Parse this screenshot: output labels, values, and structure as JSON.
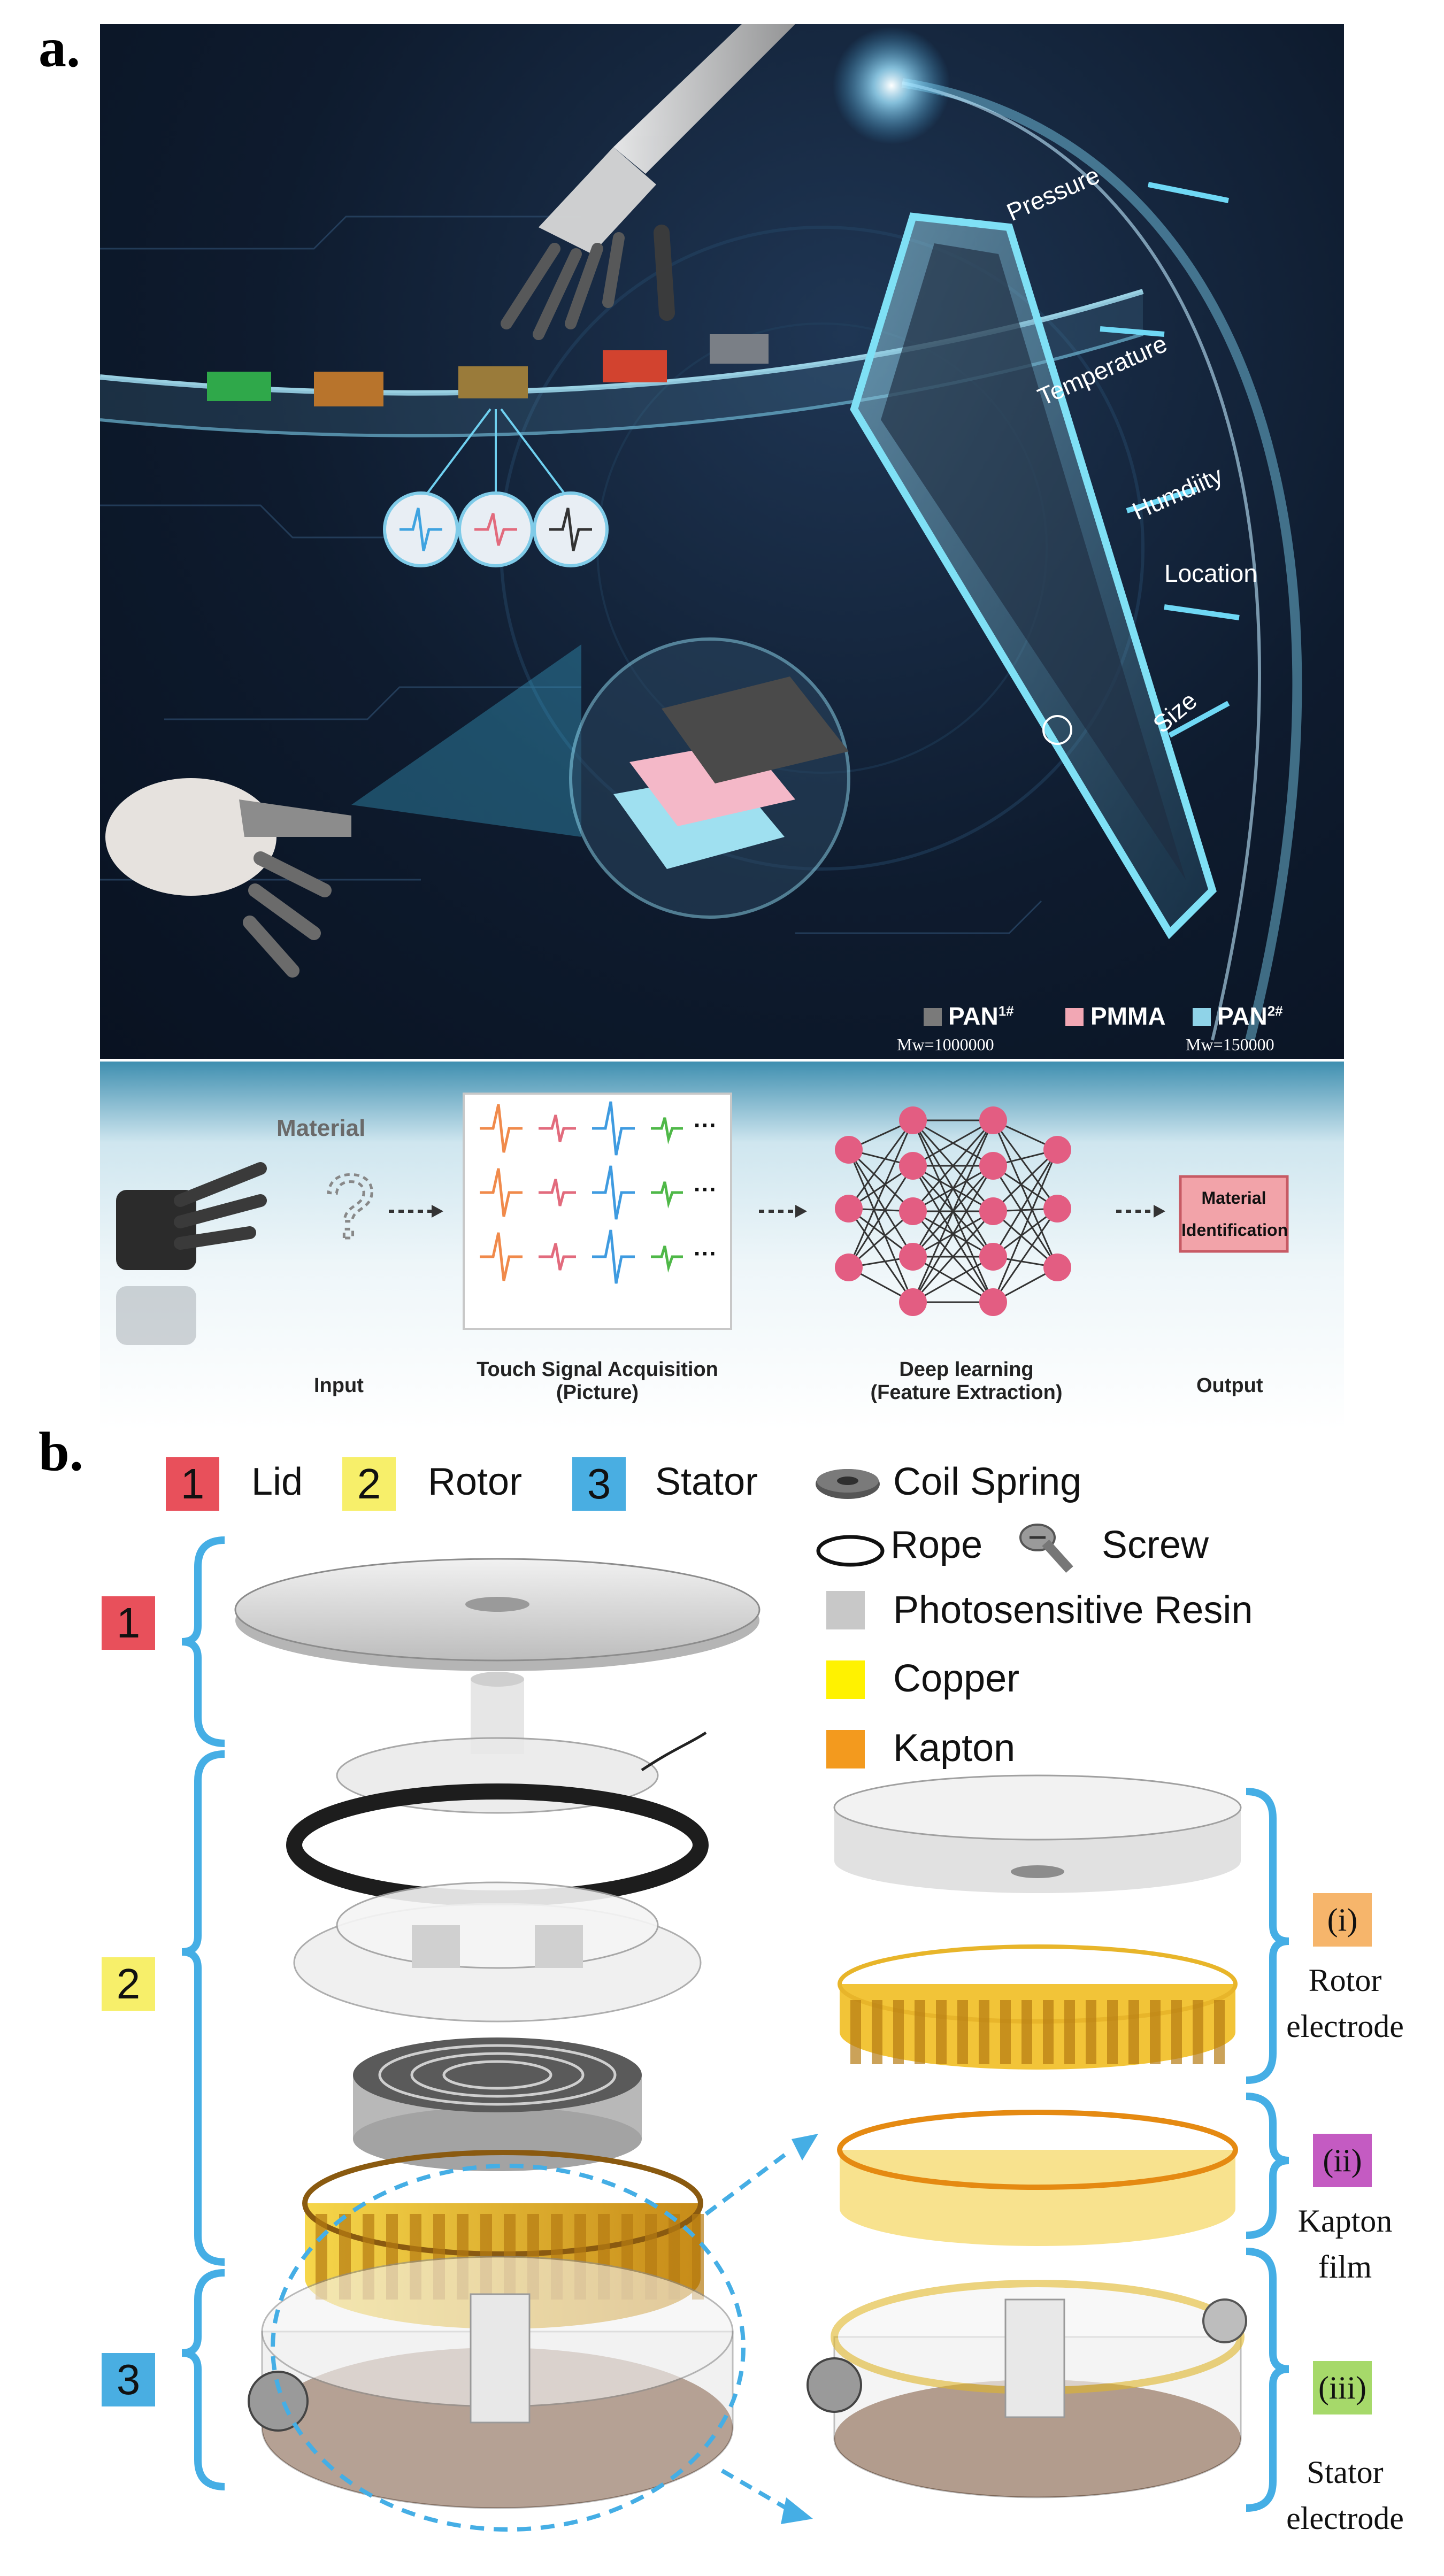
{
  "panel_a": {
    "letter": "a.",
    "sense_labels": [
      "Pressure",
      "Temperature",
      "Humdiity",
      "Location",
      "Size"
    ],
    "legend": [
      {
        "label": "PAN",
        "sup": "1#",
        "sub": "Mw=1000000",
        "color": "#7a7a7a"
      },
      {
        "label": "PMMA",
        "sup": "",
        "sub": "",
        "color": "#f2a7b4"
      },
      {
        "label": "PAN",
        "sup": "2#",
        "sub": "Mw=150000",
        "color": "#8fd3e8"
      }
    ],
    "flow": {
      "material_label": "Material",
      "input_label": "Input",
      "acquisition_label": "Touch Signal Acquisition",
      "acquisition_sub": "(Picture)",
      "dl_label": "Deep learning",
      "dl_sub": "(Feature Extraction)",
      "output_label": "Output",
      "output_box_line1": "Material",
      "output_box_line2": "Identification",
      "dots": "···"
    }
  },
  "panel_b": {
    "letter": "b.",
    "legend": [
      {
        "num": "1",
        "label": "Lid",
        "color": "#e8505b"
      },
      {
        "num": "2",
        "label": "Rotor",
        "color": "#f7ef6a"
      },
      {
        "num": "3",
        "label": "Stator",
        "color": "#49aee2"
      }
    ],
    "materials": [
      {
        "label": "Coil Spring"
      },
      {
        "label": "Rope"
      },
      {
        "label": "Screw"
      },
      {
        "label": "Photosensitive Resin",
        "color": "#c8c8c8"
      },
      {
        "label": "Copper",
        "color": "#fff200"
      },
      {
        "label": "Kapton",
        "color": "#f39a1e"
      }
    ],
    "side_numbers": [
      "1",
      "2",
      "3"
    ],
    "roman": [
      {
        "num": "(i)",
        "caption": [
          "Rotor",
          "electrode"
        ],
        "color": "#f6b56b"
      },
      {
        "num": "(ii)",
        "caption": [
          "Kapton",
          "film"
        ],
        "color": "#c45bc2"
      },
      {
        "num": "(iii)",
        "caption": [
          "Stator",
          "electrode"
        ],
        "color": "#a6d96a"
      }
    ]
  }
}
